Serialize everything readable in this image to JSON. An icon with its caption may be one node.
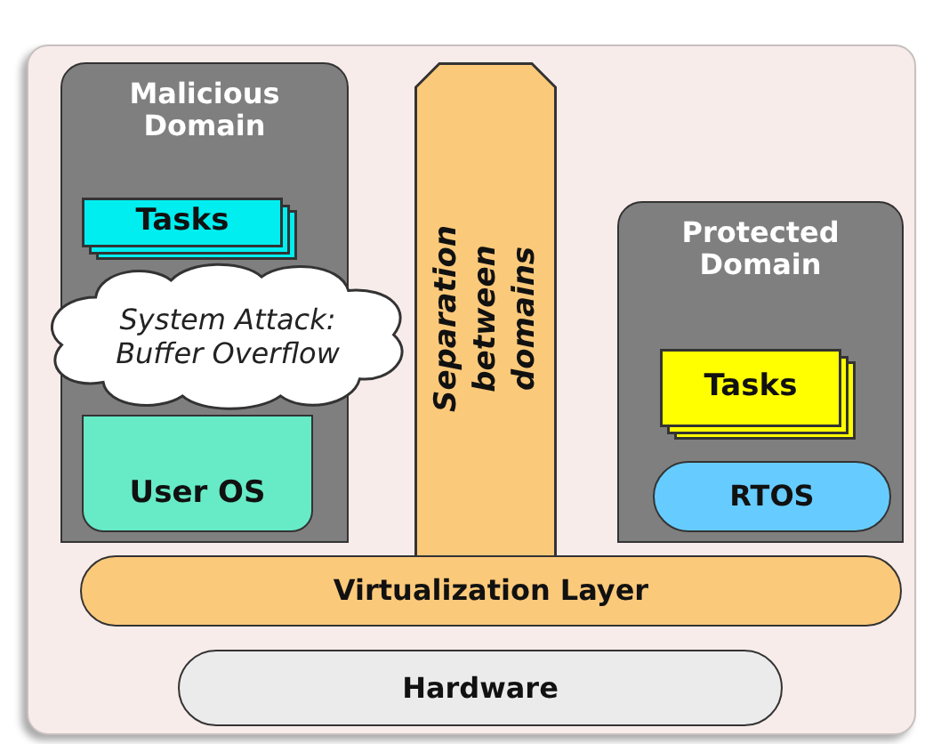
{
  "diagram": {
    "nodes": [
      {
        "text": [
          "Malicious Domain"
        ]
      },
      {
        "text": [
          "Tasks"
        ],
        "in": 0
      },
      {
        "text": [
          "User OS"
        ],
        "in": 0
      },
      {
        "text": [
          "System Attack: Buffer Overflow"
        ]
      },
      {
        "text": [
          "Separation between domains"
        ]
      },
      {
        "text": [
          "Protected Domain"
        ]
      },
      {
        "text": [
          "Tasks"
        ],
        "in": 5
      },
      {
        "text": [
          "RTOS"
        ],
        "in": 5
      },
      {
        "text": [
          "Virtualization Layer"
        ]
      },
      {
        "text": [
          "Hardware"
        ]
      }
    ]
  }
}
